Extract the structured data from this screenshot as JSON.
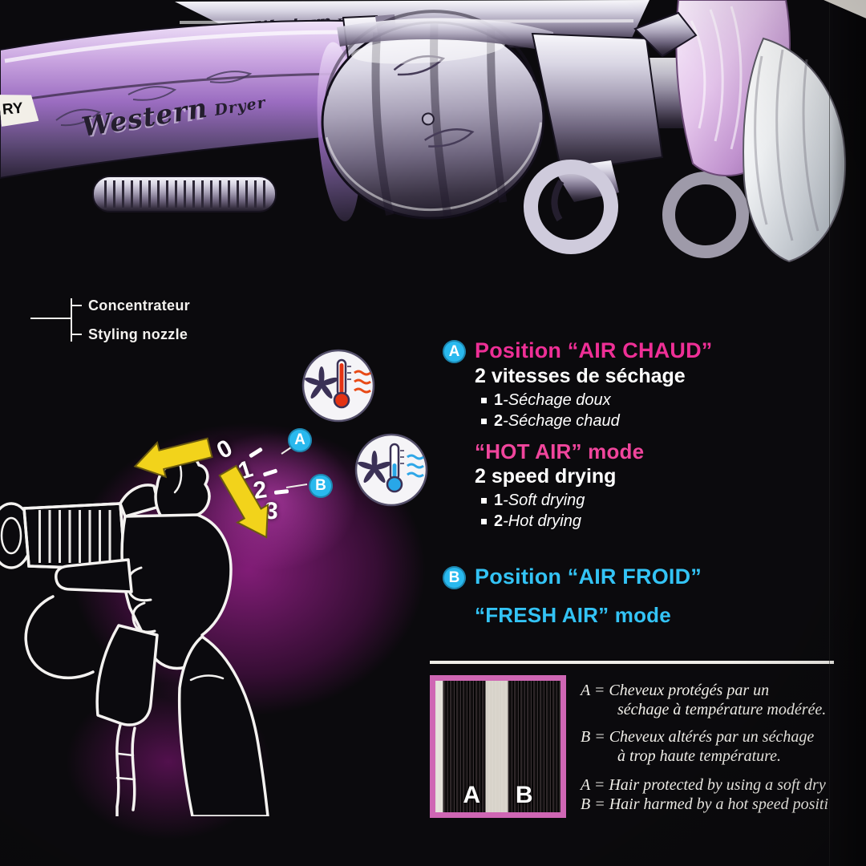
{
  "corner_tab": "RY",
  "engraving": {
    "main": "Western",
    "sub": "Dryer"
  },
  "callout": {
    "fr": "Concentrateur",
    "en": "Styling nozzle"
  },
  "dial": {
    "positions": [
      "0",
      "1",
      "2",
      "3"
    ],
    "marker_a": "A",
    "marker_b": "B"
  },
  "modes": {
    "hot": {
      "badge": "A",
      "title_fr": "Position “AIR CHAUD”",
      "subtitle_fr": "2 vitesses de séchage",
      "items_fr": [
        {
          "num": "1",
          "text": "-Séchage doux"
        },
        {
          "num": "2",
          "text": "-Séchage chaud"
        }
      ],
      "title_en": "“HOT AIR” mode",
      "subtitle_en": "2 speed drying",
      "items_en": [
        {
          "num": "1",
          "text": "-Soft drying"
        },
        {
          "num": "2",
          "text": "-Hot drying"
        }
      ]
    },
    "fresh": {
      "badge": "B",
      "title_fr": "Position “AIR FROID”",
      "title_en": "“FRESH AIR” mode"
    }
  },
  "hair_panel": {
    "label_a": "A",
    "label_b": "B",
    "captions_fr": [
      {
        "key": "A =",
        "lines": [
          "Cheveux protégés par un",
          "séchage à température modérée."
        ]
      },
      {
        "key": "B =",
        "lines": [
          "Cheveux altérés par un séchage",
          "à trop haute température."
        ]
      }
    ],
    "captions_en": [
      {
        "key": "A =",
        "text": "Hair protected by using a soft dry"
      },
      {
        "key": "B =",
        "text": "Hair harmed by a hot speed positi"
      }
    ]
  },
  "colors": {
    "magenta": "#ee2f96",
    "cyan": "#33c3f5",
    "yellow": "#f2d31b",
    "frame_pink": "#cf66b4",
    "hot_red": "#e43313",
    "cold_blue": "#28a7e8"
  }
}
